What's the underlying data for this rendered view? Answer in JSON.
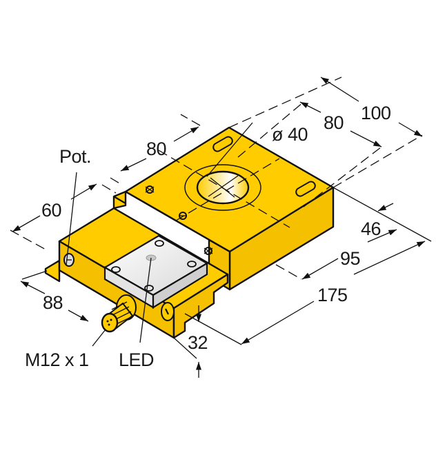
{
  "diagram": {
    "type": "isometric dimension drawing",
    "subject": "rectangular ring inductive sensor with M12 connector",
    "colors": {
      "housing": "#ffcc00",
      "housing_side": "#f5c000",
      "led_cover": "#e8e8e8",
      "lines": "#111111",
      "background": "#ffffff"
    },
    "labels": {
      "pot": "Pot.",
      "dim_60": "60",
      "dim_80_left": "80",
      "dim_diameter": "ø 40",
      "dim_80_right": "80",
      "dim_100": "100",
      "dim_46": "46",
      "dim_95": "95",
      "dim_175": "175",
      "dim_88": "88",
      "dim_32": "32",
      "connector": "M12 x 1",
      "led": "LED"
    }
  }
}
